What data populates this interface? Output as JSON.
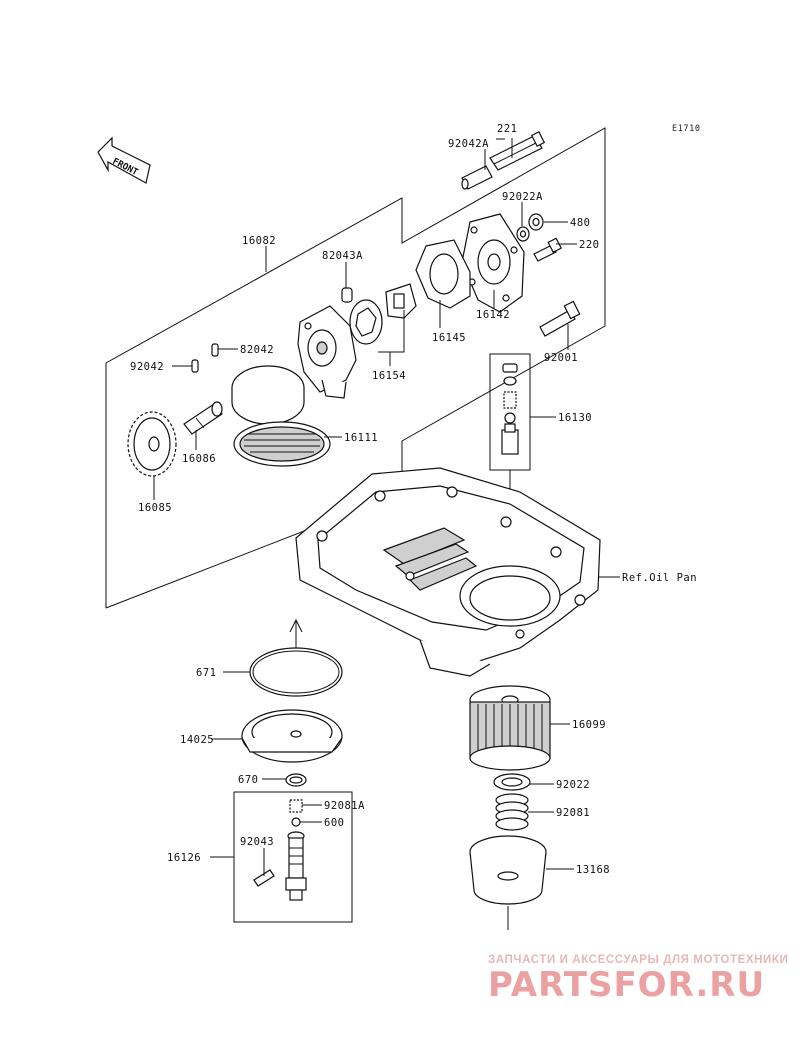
{
  "diagram": {
    "code": "E1710",
    "front_label": "FRONT",
    "ref_label": "Ref.Oil Pan",
    "parts": [
      {
        "id": "221"
      },
      {
        "id": "92042A"
      },
      {
        "id": "92022A"
      },
      {
        "id": "480"
      },
      {
        "id": "220"
      },
      {
        "id": "16082"
      },
      {
        "id": "82043A"
      },
      {
        "id": "16142"
      },
      {
        "id": "92001"
      },
      {
        "id": "82042"
      },
      {
        "id": "16145"
      },
      {
        "id": "92042"
      },
      {
        "id": "16154"
      },
      {
        "id": "16130"
      },
      {
        "id": "16111"
      },
      {
        "id": "16086"
      },
      {
        "id": "16085"
      },
      {
        "id": "671"
      },
      {
        "id": "14025"
      },
      {
        "id": "16099"
      },
      {
        "id": "670"
      },
      {
        "id": "92022"
      },
      {
        "id": "92081A"
      },
      {
        "id": "92081"
      },
      {
        "id": "600"
      },
      {
        "id": "16126"
      },
      {
        "id": "92043"
      },
      {
        "id": "13168"
      }
    ]
  },
  "watermark": {
    "tagline": "ЗАПЧАСТИ И АКСЕССУАРЫ ДЛЯ МОТОТЕХНИКИ",
    "brand": "PARTSFOR.RU",
    "brand_color": "#e79a9a"
  }
}
